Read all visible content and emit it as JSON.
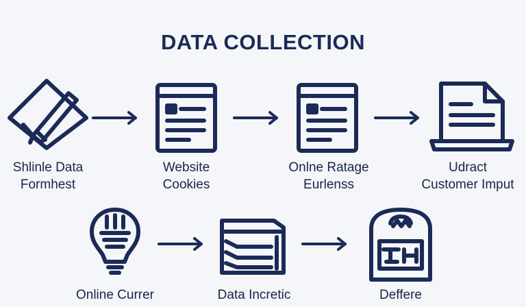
{
  "title": "DATA COLLECTION",
  "colors": {
    "primary": "#1b2a57",
    "background": "#f5f6f9"
  },
  "row1": [
    {
      "icon": "pen-on-tablet-icon",
      "label_lines": [
        "Shlinle Data",
        "Formhest"
      ]
    },
    {
      "icon": "document-icon",
      "label_lines": [
        "Website",
        "Cookies"
      ]
    },
    {
      "icon": "document-icon",
      "label_lines": [
        "Onlne Ratage",
        "Eurlenss"
      ]
    },
    {
      "icon": "laptop-document-icon",
      "label_lines": [
        "Udract",
        "Customer Imput"
      ]
    }
  ],
  "row2": [
    {
      "icon": "lightbulb-icon",
      "label_lines": [
        "Online Currer"
      ]
    },
    {
      "icon": "data-stack-icon",
      "label_lines": [
        "Data Incretic"
      ]
    },
    {
      "icon": "archive-box-icon",
      "label_lines": [
        "Deffere"
      ]
    }
  ]
}
